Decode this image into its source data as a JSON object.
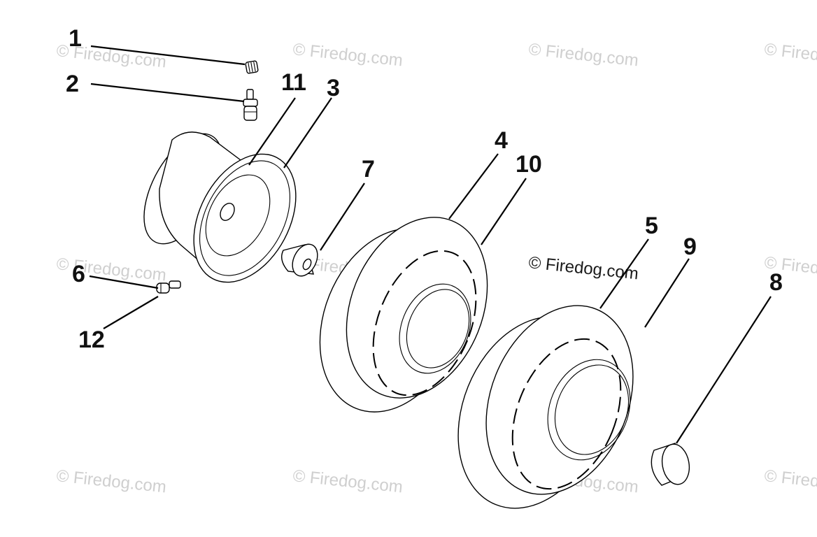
{
  "watermark": "© Firedog.com",
  "callouts": {
    "c1": "1",
    "c2": "2",
    "c3": "3",
    "c4": "4",
    "c5": "5",
    "c6": "6",
    "c7": "7",
    "c8": "8",
    "c9": "9",
    "c10": "10",
    "c11": "11",
    "c12": "12"
  },
  "colors": {
    "line": "#000000",
    "watermark": "#cfcfcf",
    "background": "#ffffff"
  }
}
